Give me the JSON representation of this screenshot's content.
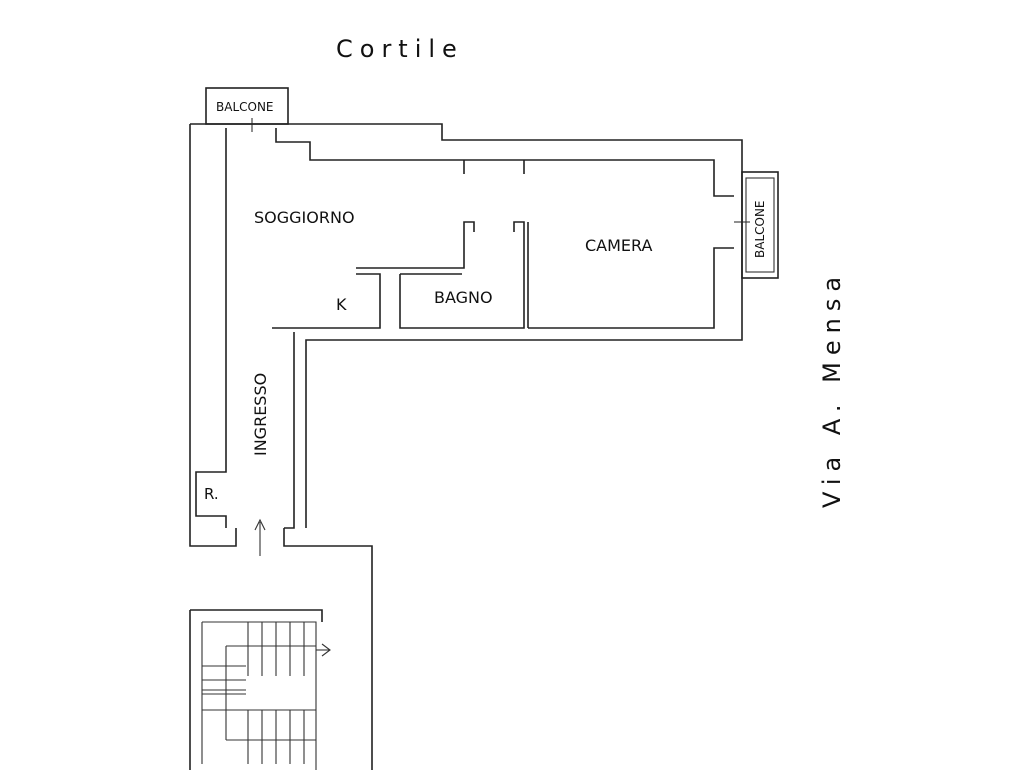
{
  "street_top": "Cortile",
  "street_right": "Via A. Mensa",
  "rooms": {
    "balcone_top": "BALCONE",
    "balcone_right": "BALCONE",
    "soggiorno": "SOGGIORNO",
    "camera": "CAMERA",
    "k": "K",
    "bagno": "BAGNO",
    "ingresso": "INGRESSO",
    "r": "R."
  }
}
